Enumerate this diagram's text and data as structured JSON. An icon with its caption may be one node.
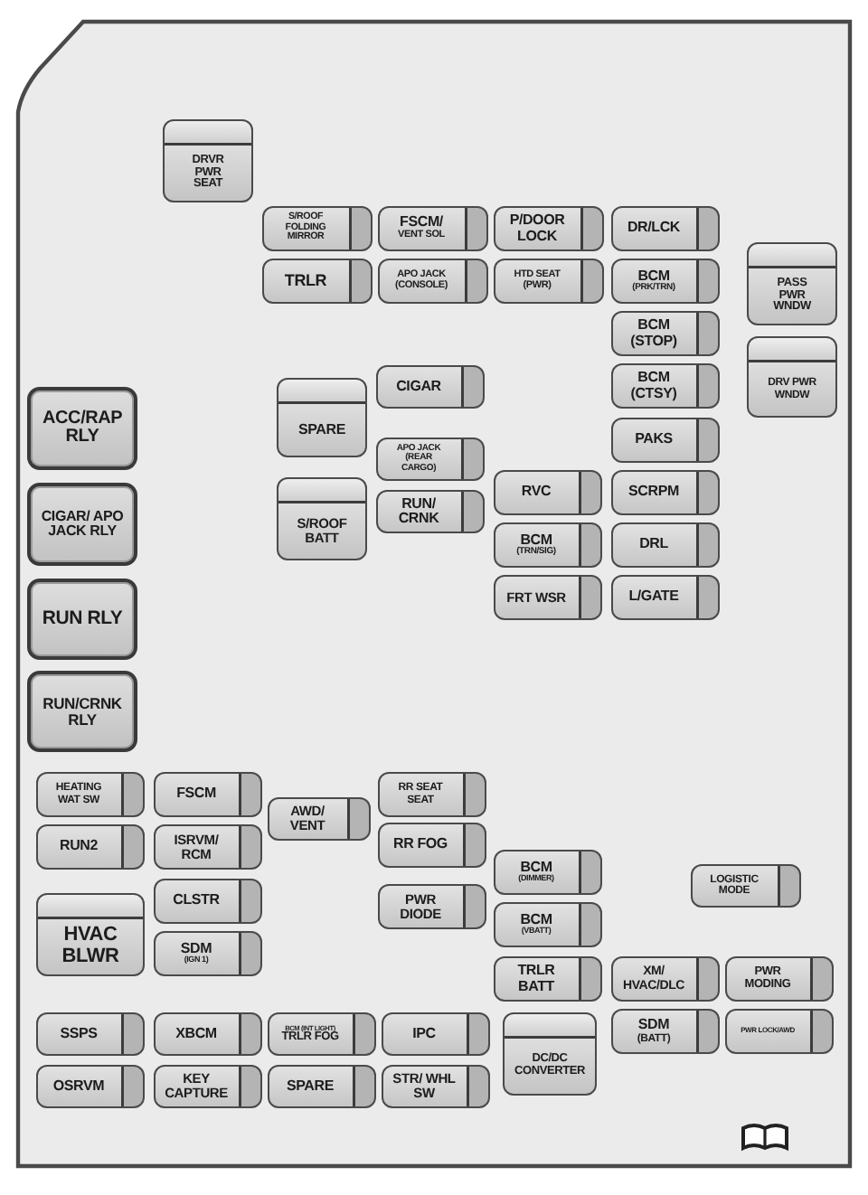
{
  "diagram": {
    "nodes": [
      {
        "text": [
          "DRVR PWR SEAT"
        ]
      },
      {
        "text": [
          "S/ROOF FOLDING MIRROR"
        ]
      },
      {
        "text": [
          "FSCM/",
          "VENT SOL"
        ]
      },
      {
        "text": [
          "P/DOOR LOCK"
        ]
      },
      {
        "text": [
          "DR/LCK"
        ]
      },
      {
        "text": [
          "PASS PWR WNDW"
        ]
      },
      {
        "text": [
          "TRLR"
        ]
      },
      {
        "text": [
          "APO JACK (CONSOLE)"
        ]
      },
      {
        "text": [
          "HTD SEAT (PWR)"
        ]
      },
      {
        "text": [
          "BCM",
          "(PRK/TRN)"
        ]
      },
      {
        "text": [
          "BCM (STOP)"
        ]
      },
      {
        "text": [
          "DRV PWR WNDW"
        ]
      },
      {
        "text": [
          "CIGAR"
        ]
      },
      {
        "text": [
          "BCM (CTSY)"
        ]
      },
      {
        "text": [
          "ACC/RAP RLY"
        ]
      },
      {
        "text": [
          "SPARE"
        ]
      },
      {
        "text": [
          "APO JACK (REAR CARGO)"
        ]
      },
      {
        "text": [
          "PAKS"
        ]
      },
      {
        "text": [
          "CIGAR/ APO JACK RLY"
        ]
      },
      {
        "text": [
          "S/ROOF BATT"
        ]
      },
      {
        "text": [
          "RUN/ CRNK"
        ]
      },
      {
        "text": [
          "RVC"
        ]
      },
      {
        "text": [
          "SCRPM"
        ]
      },
      {
        "text": [
          "BCM",
          "(TRN/SIG)"
        ]
      },
      {
        "text": [
          "DRL"
        ]
      },
      {
        "text": [
          "RUN RLY"
        ]
      },
      {
        "text": [
          "FRT WSR"
        ]
      },
      {
        "text": [
          "L/GATE"
        ]
      },
      {
        "text": [
          "RUN/CRNK RLY"
        ]
      },
      {
        "text": [
          "HEATING WAT SW"
        ]
      },
      {
        "text": [
          "FSCM"
        ]
      },
      {
        "text": [
          "RR SEAT SEAT"
        ]
      },
      {
        "text": [
          "AWD/ VENT"
        ]
      },
      {
        "text": [
          "RUN2"
        ]
      },
      {
        "text": [
          "ISRVM/ RCM"
        ]
      },
      {
        "text": [
          "RR FOG"
        ]
      },
      {
        "text": [
          "BCM",
          "(DIMMER)"
        ]
      },
      {
        "text": [
          "LOGISTIC MODE"
        ]
      },
      {
        "text": [
          "CLSTR"
        ]
      },
      {
        "text": [
          "PWR DIODE"
        ]
      },
      {
        "text": [
          "HVAC BLWR"
        ]
      },
      {
        "text": [
          "BCM",
          "(VBATT)"
        ]
      },
      {
        "text": [
          "SDM",
          "(IGN 1)"
        ]
      },
      {
        "text": [
          "TRLR BATT"
        ]
      },
      {
        "text": [
          "XM/ HVAC/DLC"
        ]
      },
      {
        "text": [
          "PWR MODING"
        ]
      },
      {
        "text": [
          "SSPS"
        ]
      },
      {
        "text": [
          "XBCM"
        ]
      },
      {
        "text": [
          "BCM (INT LIGHT)",
          "TRLR FOG"
        ]
      },
      {
        "text": [
          "IPC"
        ]
      },
      {
        "text": [
          "DC/DC CONVERTER"
        ]
      },
      {
        "text": [
          "SDM",
          "(BATT)"
        ]
      },
      {
        "text": [
          "PWR LOCK/AWD"
        ]
      },
      {
        "text": [
          "OSRVM"
        ]
      },
      {
        "text": [
          "KEY CAPTURE"
        ]
      },
      {
        "text": [
          "SPARE"
        ]
      },
      {
        "text": [
          "STR/ WHL SW"
        ]
      }
    ]
  }
}
